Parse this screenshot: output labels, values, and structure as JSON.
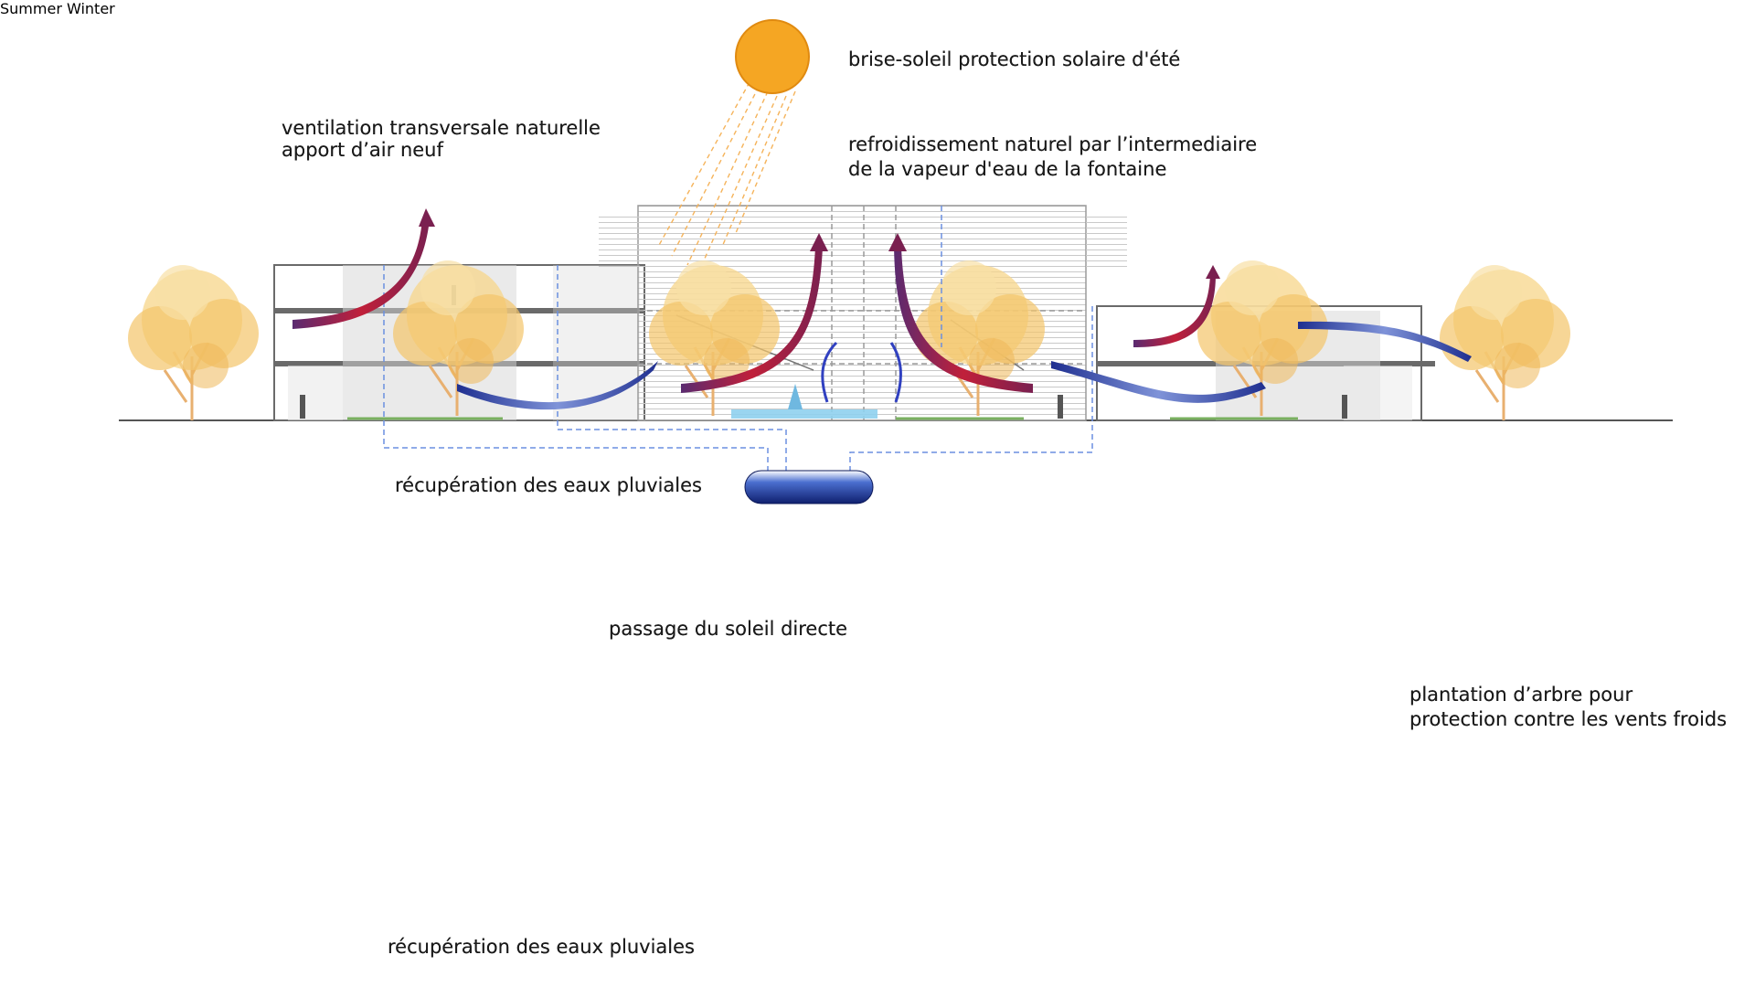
{
  "summer": {
    "label": "Summer",
    "annotations": {
      "sun_shading": "brise-soleil protection solaire d'été",
      "ventilation_line1": "ventilation transversale naturelle",
      "ventilation_line2": "apport d’air neuf",
      "cooling_line1": "refroidissement naturel par l’intermediaire",
      "cooling_line2": "de  la vapeur d'eau de la fontaine",
      "rainwater": "récupération des eaux pluviales"
    }
  },
  "winter": {
    "label": "Winter",
    "annotations": {
      "direct_sun": "passage du soleil directe",
      "trees_line1": "plantation d’arbre pour",
      "trees_line2": "protection contre les vents froids",
      "rainwater": "récupération des eaux pluviales"
    }
  },
  "colors": {
    "sun": "#f5a623",
    "sun_stroke": "#e08a10",
    "warm_air": "#b0203c",
    "cool_air": "#2e3fa0",
    "tank": "#1a2f8a",
    "tree_foliage": "#f3c46a",
    "tree_trunk": "#e8b070",
    "glass": "#c8c8c8",
    "building_line": "#6a6a6a",
    "pipe": "#6b8fe0",
    "ground": "#555555"
  }
}
